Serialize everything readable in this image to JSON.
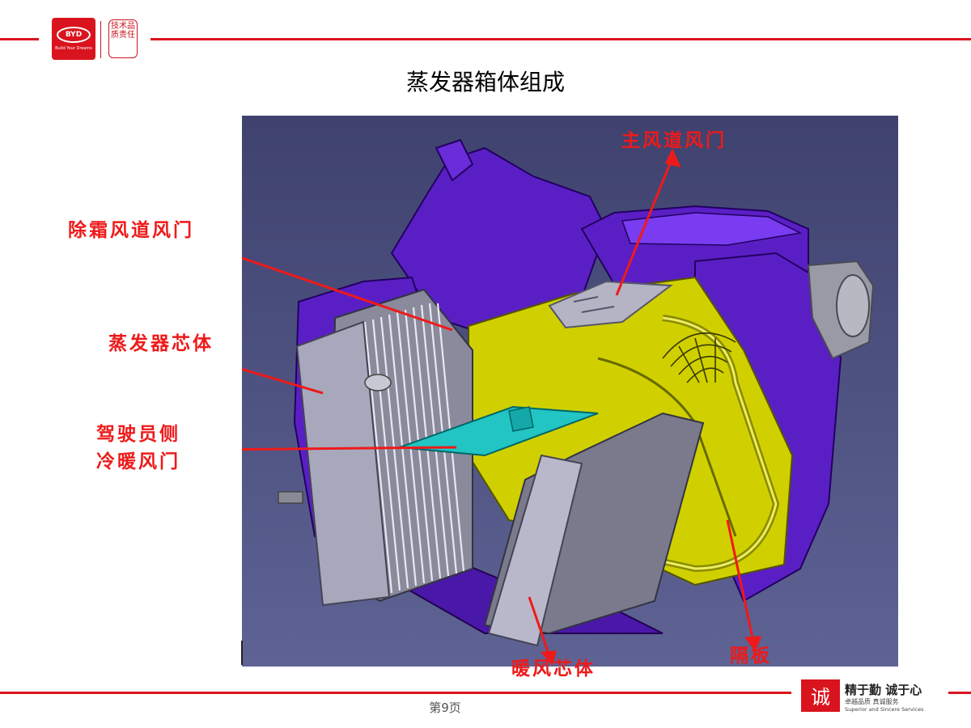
{
  "slide": {
    "title": "蒸发器箱体组成",
    "page_number": "第9页"
  },
  "header": {
    "logo_text": "BYD",
    "logo_tagline": "Build Your Dreams",
    "motto_seal": "技术品质责任"
  },
  "callouts": {
    "main_air_door": "主风道风门",
    "defrost_air_door": "除霜风道风门",
    "evaporator_core": "蒸发器芯体",
    "driver_side_line1": "驾驶员侧",
    "driver_side_line2": "冷暖风门",
    "heater_core": "暖风芯体",
    "partition": "隔板"
  },
  "footer": {
    "seal_char": "诚",
    "slogan_cn": "精于勤 诚于心",
    "slogan_sub": "卓越品质 真诚服务",
    "slogan_en": "Superior and Sincere Services"
  },
  "colors": {
    "brand_red": "#d9141e",
    "callout_red": "#ee1a1a",
    "diagram_background": "#4a4e7c",
    "housing_purple": "#5a1fc4",
    "interior_yellow": "#d0d000",
    "evaporator_grey": "#a8a8bc",
    "door_cyan": "#22c4c4"
  }
}
